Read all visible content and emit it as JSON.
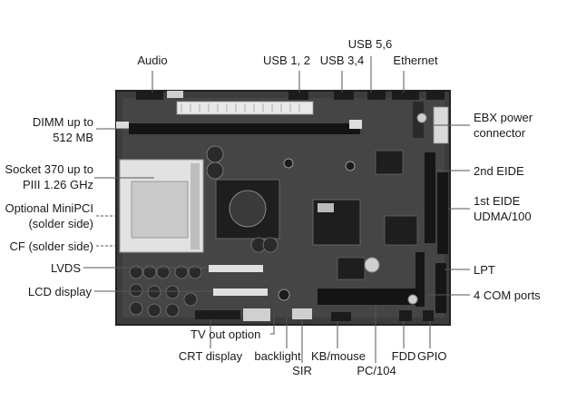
{
  "labels": {
    "audio": "Audio",
    "usb12": "USB 1, 2",
    "usb34": "USB 3,4",
    "usb56": "USB 5,6",
    "ethernet": "Ethernet",
    "dimm_1": "DIMM up to",
    "dimm_2": "512 MB",
    "socket_1": "Socket 370 up to",
    "socket_2": "PIII 1.26 GHz",
    "minipci_1": "Optional MiniPCI",
    "minipci_2": "(solder side)",
    "cf": "CF (solder side)",
    "lvds": "LVDS",
    "lcd": "LCD display",
    "ebx_1": "EBX power",
    "ebx_2": "connector",
    "eide2": "2nd EIDE",
    "eide1_1": "1st EIDE",
    "eide1_2": "UDMA/100",
    "lpt": "LPT",
    "com": "4 COM ports",
    "tvout": "TV out option",
    "crt": "CRT display",
    "backlight": "backlight",
    "sir": "SIR",
    "kbmouse": "KB/mouse",
    "pc104": "PC/104",
    "fdd": "FDD",
    "gpio": "GPIO"
  },
  "colors": {
    "board": "#3a3a3a",
    "text": "#1a1a1a",
    "line": "#555555"
  }
}
